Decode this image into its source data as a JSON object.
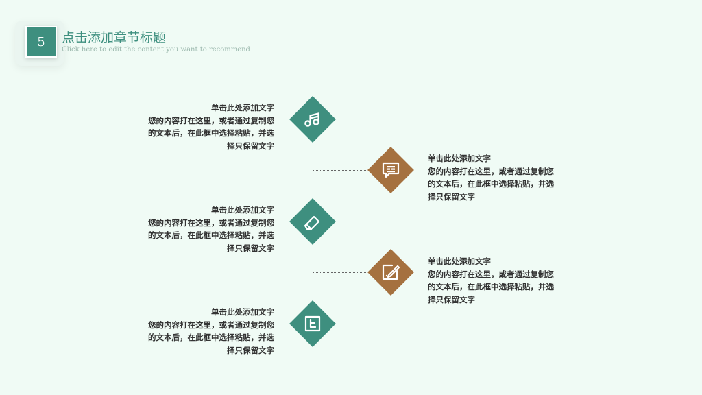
{
  "header": {
    "section_number": "5",
    "title": "点击添加章节标题",
    "subtitle": "Click here to edit the content you want to recommend"
  },
  "colors": {
    "background": "#f0fbf5",
    "green": "#3e8f7f",
    "brown": "#a5713f",
    "text": "#333333",
    "subtitle": "#9bb8ad"
  },
  "items": [
    {
      "side": "left",
      "color": "green",
      "icon": "music-note-icon",
      "title": "单击此处添加文字",
      "body": "您的内容打在这里，或者通过复制您的文本后，在此框中选择粘贴，并选择只保留文字"
    },
    {
      "side": "right",
      "color": "brown",
      "icon": "chat-bubble-icon",
      "title": "单击此处添加文字",
      "body": "您的内容打在这里，或者通过复制您的文本后，在此框中选择粘贴，并选择只保留文字"
    },
    {
      "side": "left",
      "color": "green",
      "icon": "eraser-icon",
      "title": "单击此处添加文字",
      "body": "您的内容打在这里，或者通过复制您的文本后，在此框中选择粘贴，并选择只保留文字"
    },
    {
      "side": "right",
      "color": "brown",
      "icon": "edit-icon",
      "title": "单击此处添加文字",
      "body": "您的内容打在这里，或者通过复制您的文本后，在此框中选择粘贴，并选择只保留文字"
    },
    {
      "side": "left",
      "color": "green",
      "icon": "twitter-icon",
      "title": "单击此处添加文字",
      "body": "您的内容打在这里，或者通过复制您的文本后，在此框中选择粘贴，并选择只保留文字"
    }
  ]
}
